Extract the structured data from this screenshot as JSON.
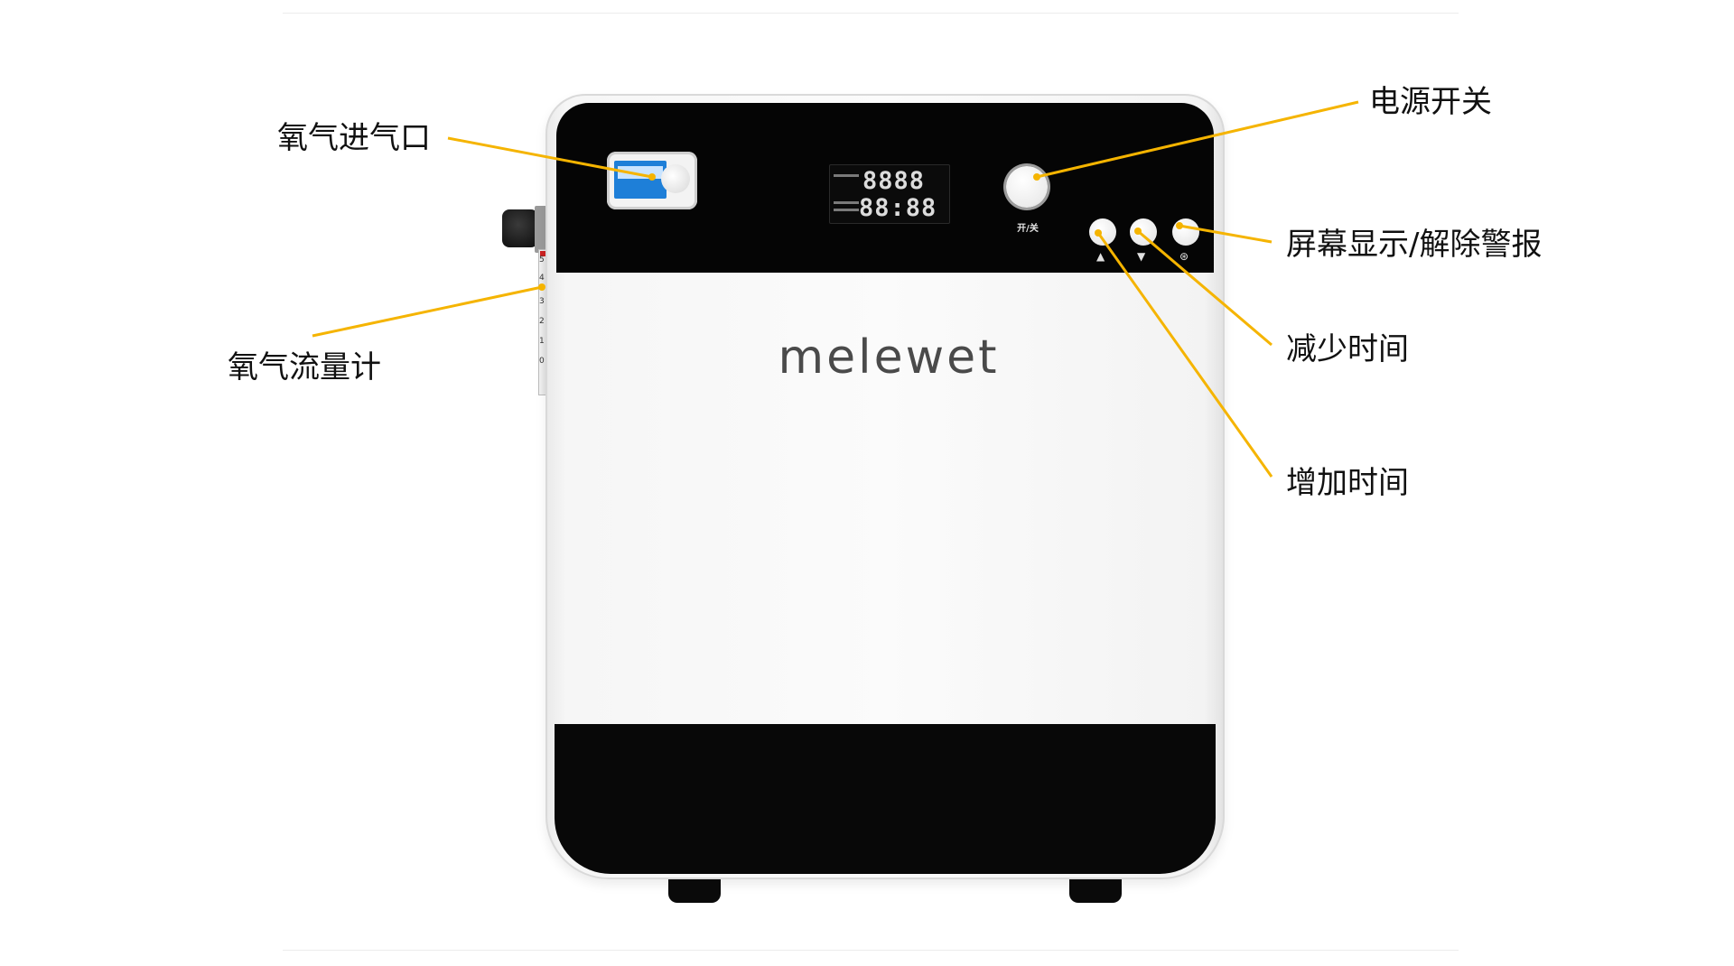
{
  "callouts": {
    "oxygen_inlet": "氧气进气口",
    "flow_meter": "氧气流量计",
    "power_switch": "电源开关",
    "screen_alarm": "屏幕显示/解除警报",
    "decrease_time": "减少时间",
    "increase_time": "增加时间"
  },
  "device": {
    "brand": "melewet",
    "power_label": "开/关",
    "lcd_top": "8888",
    "lcd_bottom": "88:88",
    "flow_scale": [
      "5",
      "4",
      "3",
      "2",
      "1",
      "0"
    ],
    "button_up_symbol": "▲",
    "button_down_symbol": "▼",
    "button_alarm_symbol": "⊛"
  },
  "colors": {
    "leader_line": "#f5b400",
    "panel_black": "#050505",
    "body_white": "#f8f8f8"
  }
}
